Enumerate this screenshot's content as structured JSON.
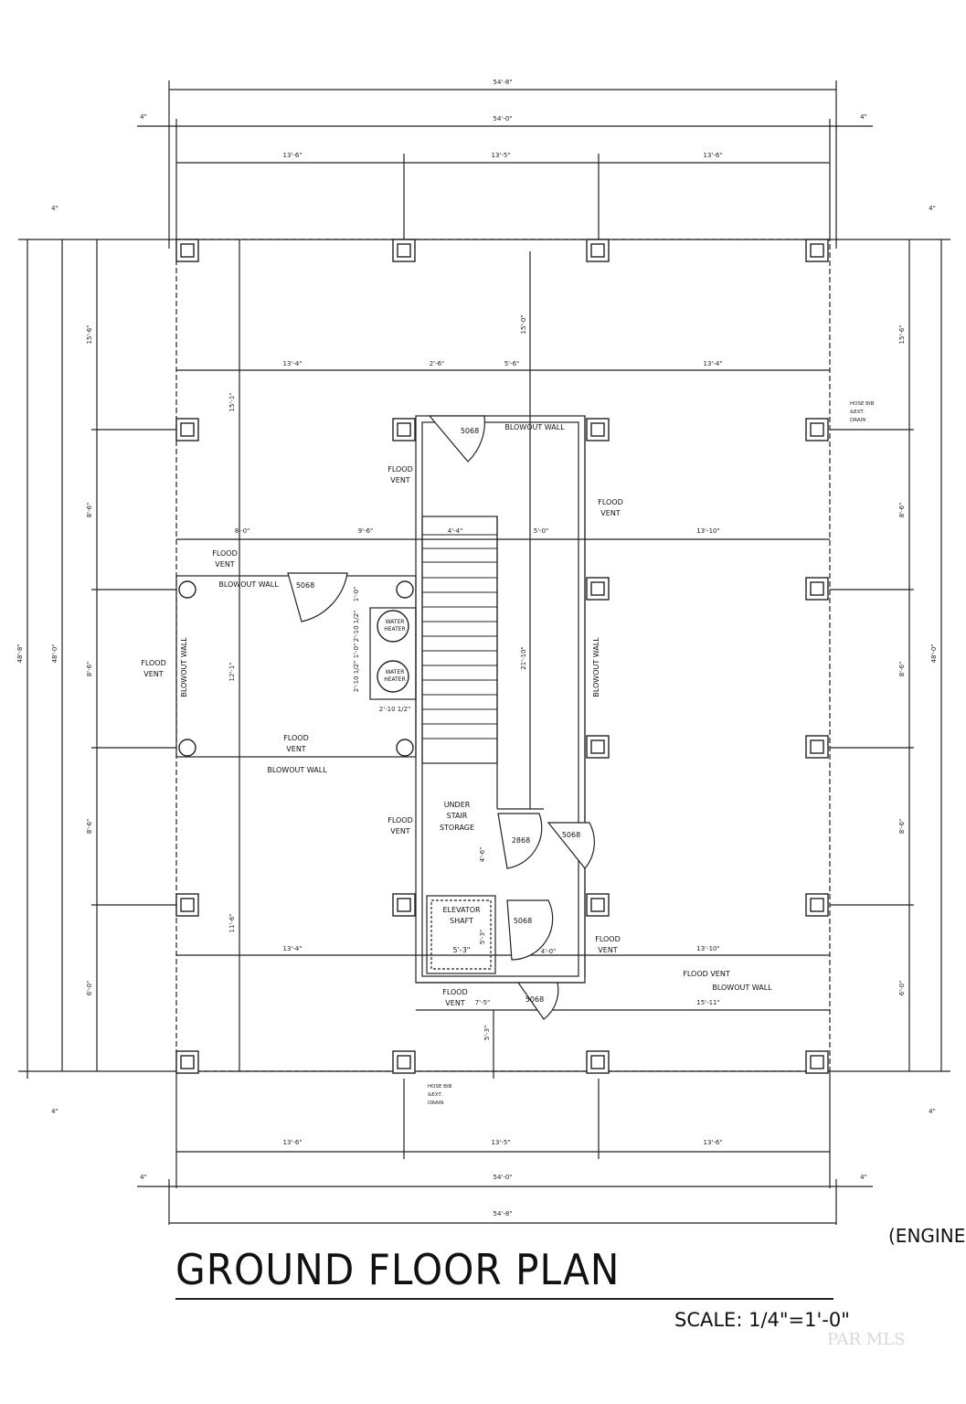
{
  "plan": {
    "title": "GROUND FLOOR PLAN",
    "scale": "SCALE: 1/4\"=1'-0\"",
    "engine_note": "(ENGINE",
    "watermark": "PAR MLS",
    "dims": {
      "top_overall": "54'-8\"",
      "top_inner": "54'-0\"",
      "top_segments": [
        "13'-6\"",
        "13'-5\"",
        "13'-6\""
      ],
      "bottom_overall": "54'-8\"",
      "bottom_inner": "54'-0\"",
      "bottom_segments": [
        "13'-6\"",
        "13'-5\"",
        "13'-6\""
      ],
      "edge_small": "4\"",
      "left_overall": "48'-8\"",
      "left_inner": "48'-0\"",
      "right_inner": "48'-0\"",
      "side_segments": [
        "15'-6\"",
        "8'-6\"",
        "8'-6\"",
        "8'-6\"",
        "6'-0\""
      ],
      "upper_row": [
        "13'-4\"",
        "2'-6\"",
        "5'-6\"",
        "13'-4\""
      ],
      "mid_row": [
        "8'-0\"",
        "9'-6\"",
        "4'-4\"",
        "5'-0\"",
        "13'-10\""
      ],
      "lower_row_left": "13'-4\"",
      "lower_row_right": "13'-10\"",
      "stair_vertical": "21'-10\"",
      "upper_vertical": "15'-0\"",
      "left_vertical_top": "15'-1\"",
      "left_vertical_mid": "12'-1\"",
      "left_vertical_bottom": "11'-6\"",
      "bottom_row": [
        "7'-5\"",
        "15'-11\""
      ],
      "bottom_vertical": "5'-3\"",
      "storage_vertical": "4'-6\"",
      "elev_inner": "5'-3\"",
      "elev_width": "5'-3\"",
      "door_gap": "4'-0\"",
      "heater_dims": [
        "1'-0\"",
        "2'-10 1/2\"",
        "1'-0\"",
        "2'-10 1/2\"",
        "2'-10 1/2\""
      ]
    },
    "labels": {
      "door_5068_a": "5068",
      "door_5068_b": "5068",
      "door_5068_c": "5068",
      "door_5068_d": "5068",
      "door_5068_e": "5068",
      "door_2868": "2868",
      "blowout_top": "BLOWOUT WALL",
      "blowout_left_v": "BLOWOUT WALL",
      "blowout_right_v": "BLOWOUT WALL",
      "blowout_mid": "BLOWOUT WALL",
      "blowout_lower": "BLOWOUT WALL",
      "blowout_bottom_right": "BLOWOUT WALL",
      "flood_vent_1": "FLOOD",
      "flood_vent_1b": "VENT",
      "flood_vent_2": "FLOOD",
      "flood_vent_2b": "VENT",
      "flood_vent_3": "FLOOD",
      "flood_vent_3b": "VENT",
      "flood_vent_4": "FLOOD",
      "flood_vent_4b": "VENT",
      "flood_vent_5": "FLOOD",
      "flood_vent_5b": "VENT",
      "flood_vent_6": "FLOOD",
      "flood_vent_6b": "VENT",
      "flood_vent_7": "FLOOD",
      "flood_vent_7b": "VENT",
      "flood_vent_8": "FLOOD",
      "flood_vent_8b": "VENT",
      "flood_vent_9": "FLOOD VENT",
      "water_heater": "WATER",
      "water_heater_b": "HEATER",
      "under_stair": "UNDER",
      "under_stair_b": "STAIR",
      "under_stair_c": "STORAGE",
      "elevator": "ELEVATOR",
      "elevator_b": "SHAFT",
      "hose_bib": "HOSE BIB",
      "hose_bib_b": "&EXT.",
      "hose_bib_c": "DRAIN"
    }
  }
}
